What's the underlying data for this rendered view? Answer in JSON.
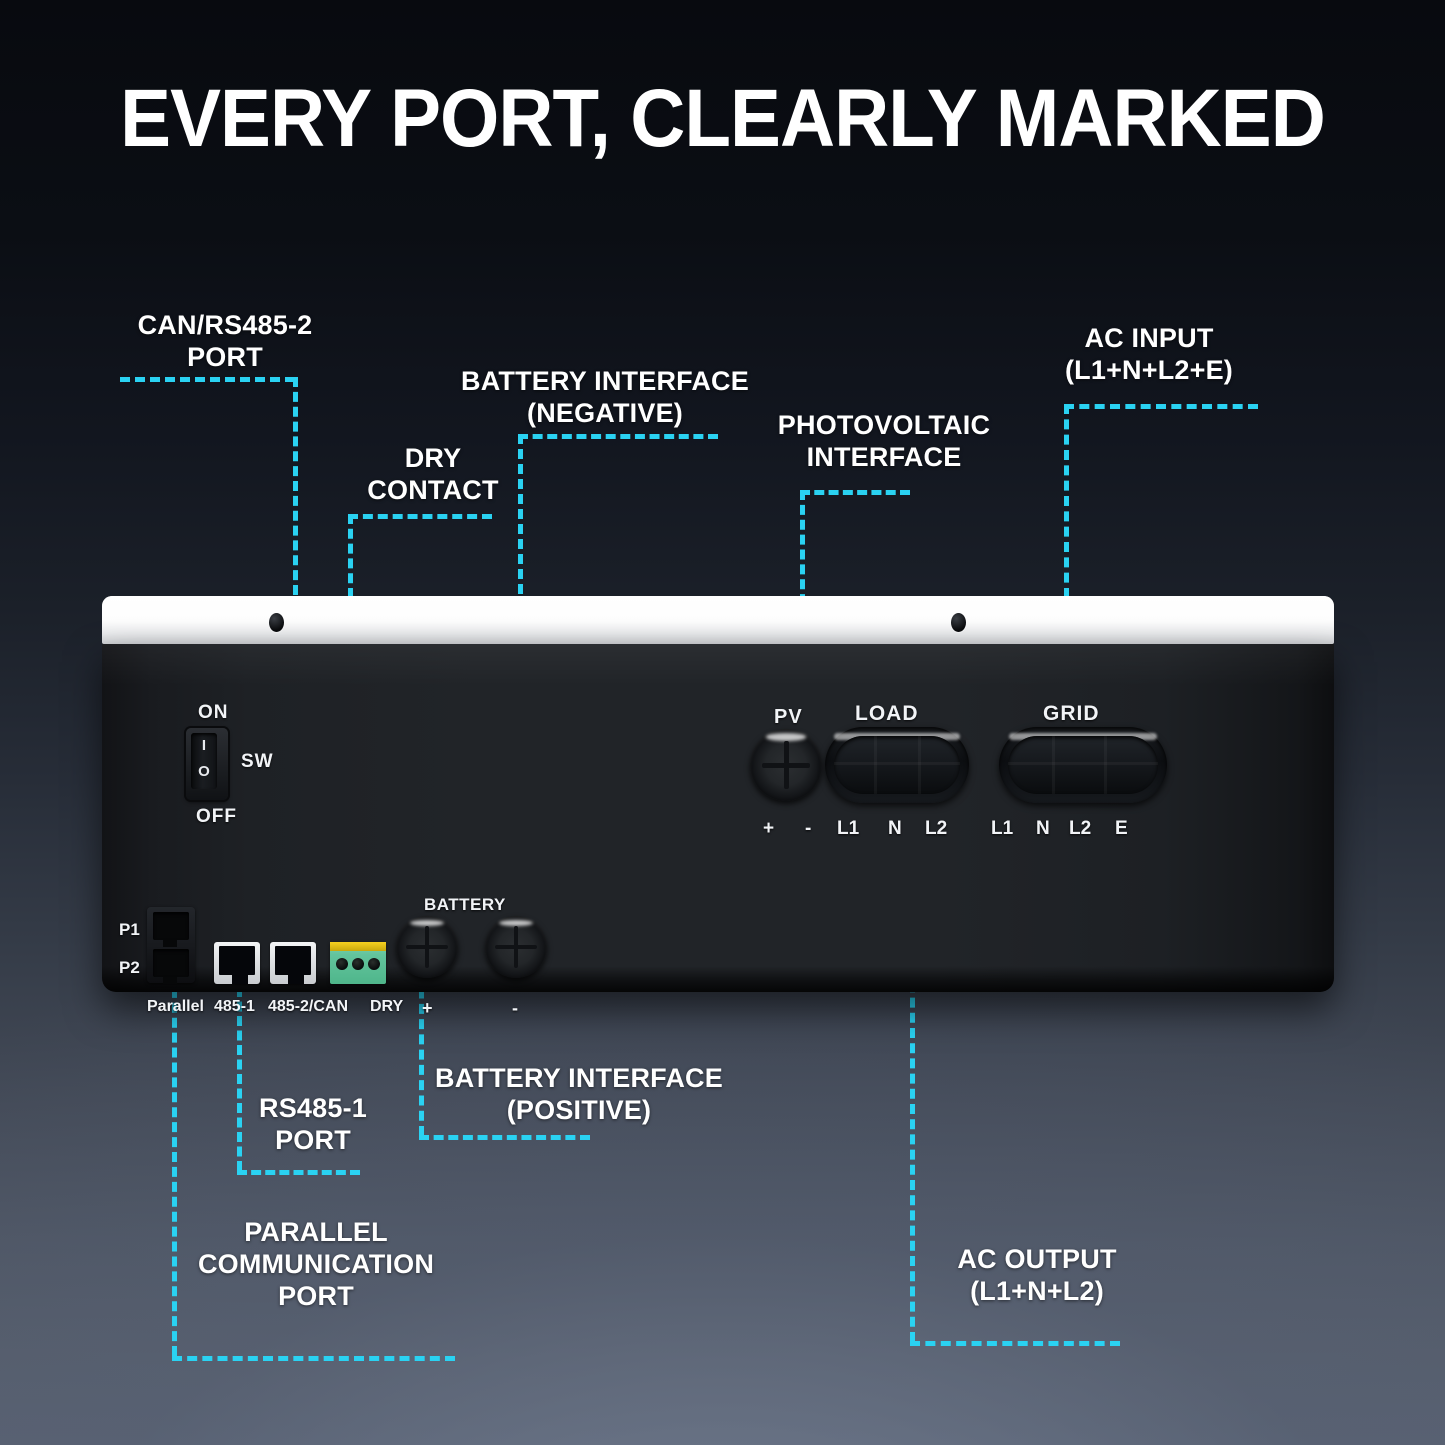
{
  "theme": {
    "accent_cyan": "#2AD2F2",
    "label_white": "#FFFFFF",
    "bg_top": "#080A0F",
    "bg_bottom": "#576070"
  },
  "header": {
    "title": "EVERY PORT, CLEARLY MARKED"
  },
  "callouts": [
    {
      "id": "can-rs485-2",
      "text": "CAN/RS485-2\nPORT"
    },
    {
      "id": "dry-contact",
      "text": "DRY\nCONTACT"
    },
    {
      "id": "battery-negative",
      "text": "BATTERY INTERFACE\n(NEGATIVE)"
    },
    {
      "id": "photovoltaic",
      "text": "PHOTOVOLTAIC\nINTERFACE"
    },
    {
      "id": "ac-input",
      "text": "AC INPUT\n(L1+N+L2+E)"
    },
    {
      "id": "battery-positive",
      "text": "BATTERY INTERFACE\n(POSITIVE)"
    },
    {
      "id": "rs485-1",
      "text": "RS485-1\nPORT"
    },
    {
      "id": "parallel-comm",
      "text": "PARALLEL\nCOMMUNICATION\nPORT"
    },
    {
      "id": "ac-output",
      "text": "AC OUTPUT\n(L1+N+L2)"
    }
  ],
  "device": {
    "switch": {
      "on_label": "ON",
      "off_label": "OFF",
      "name_label": "SW",
      "position_on_glyph": "I",
      "position_off_glyph": "O"
    },
    "parallel": {
      "p1_label": "P1",
      "p2_label": "P2"
    },
    "bottom_labels": {
      "parallel": "Parallel",
      "rs485_1": "485-1",
      "rs485_2_can": "485-2/CAN",
      "dry": "DRY"
    },
    "battery": {
      "title": "BATTERY",
      "positive": "+",
      "negative": "-"
    },
    "pv": {
      "title": "PV",
      "positive": "+",
      "negative": "-"
    },
    "load": {
      "title": "LOAD",
      "pins": [
        "L1",
        "N",
        "L2"
      ]
    },
    "grid": {
      "title": "GRID",
      "pins": [
        "L1",
        "N",
        "L2",
        "E"
      ]
    }
  }
}
